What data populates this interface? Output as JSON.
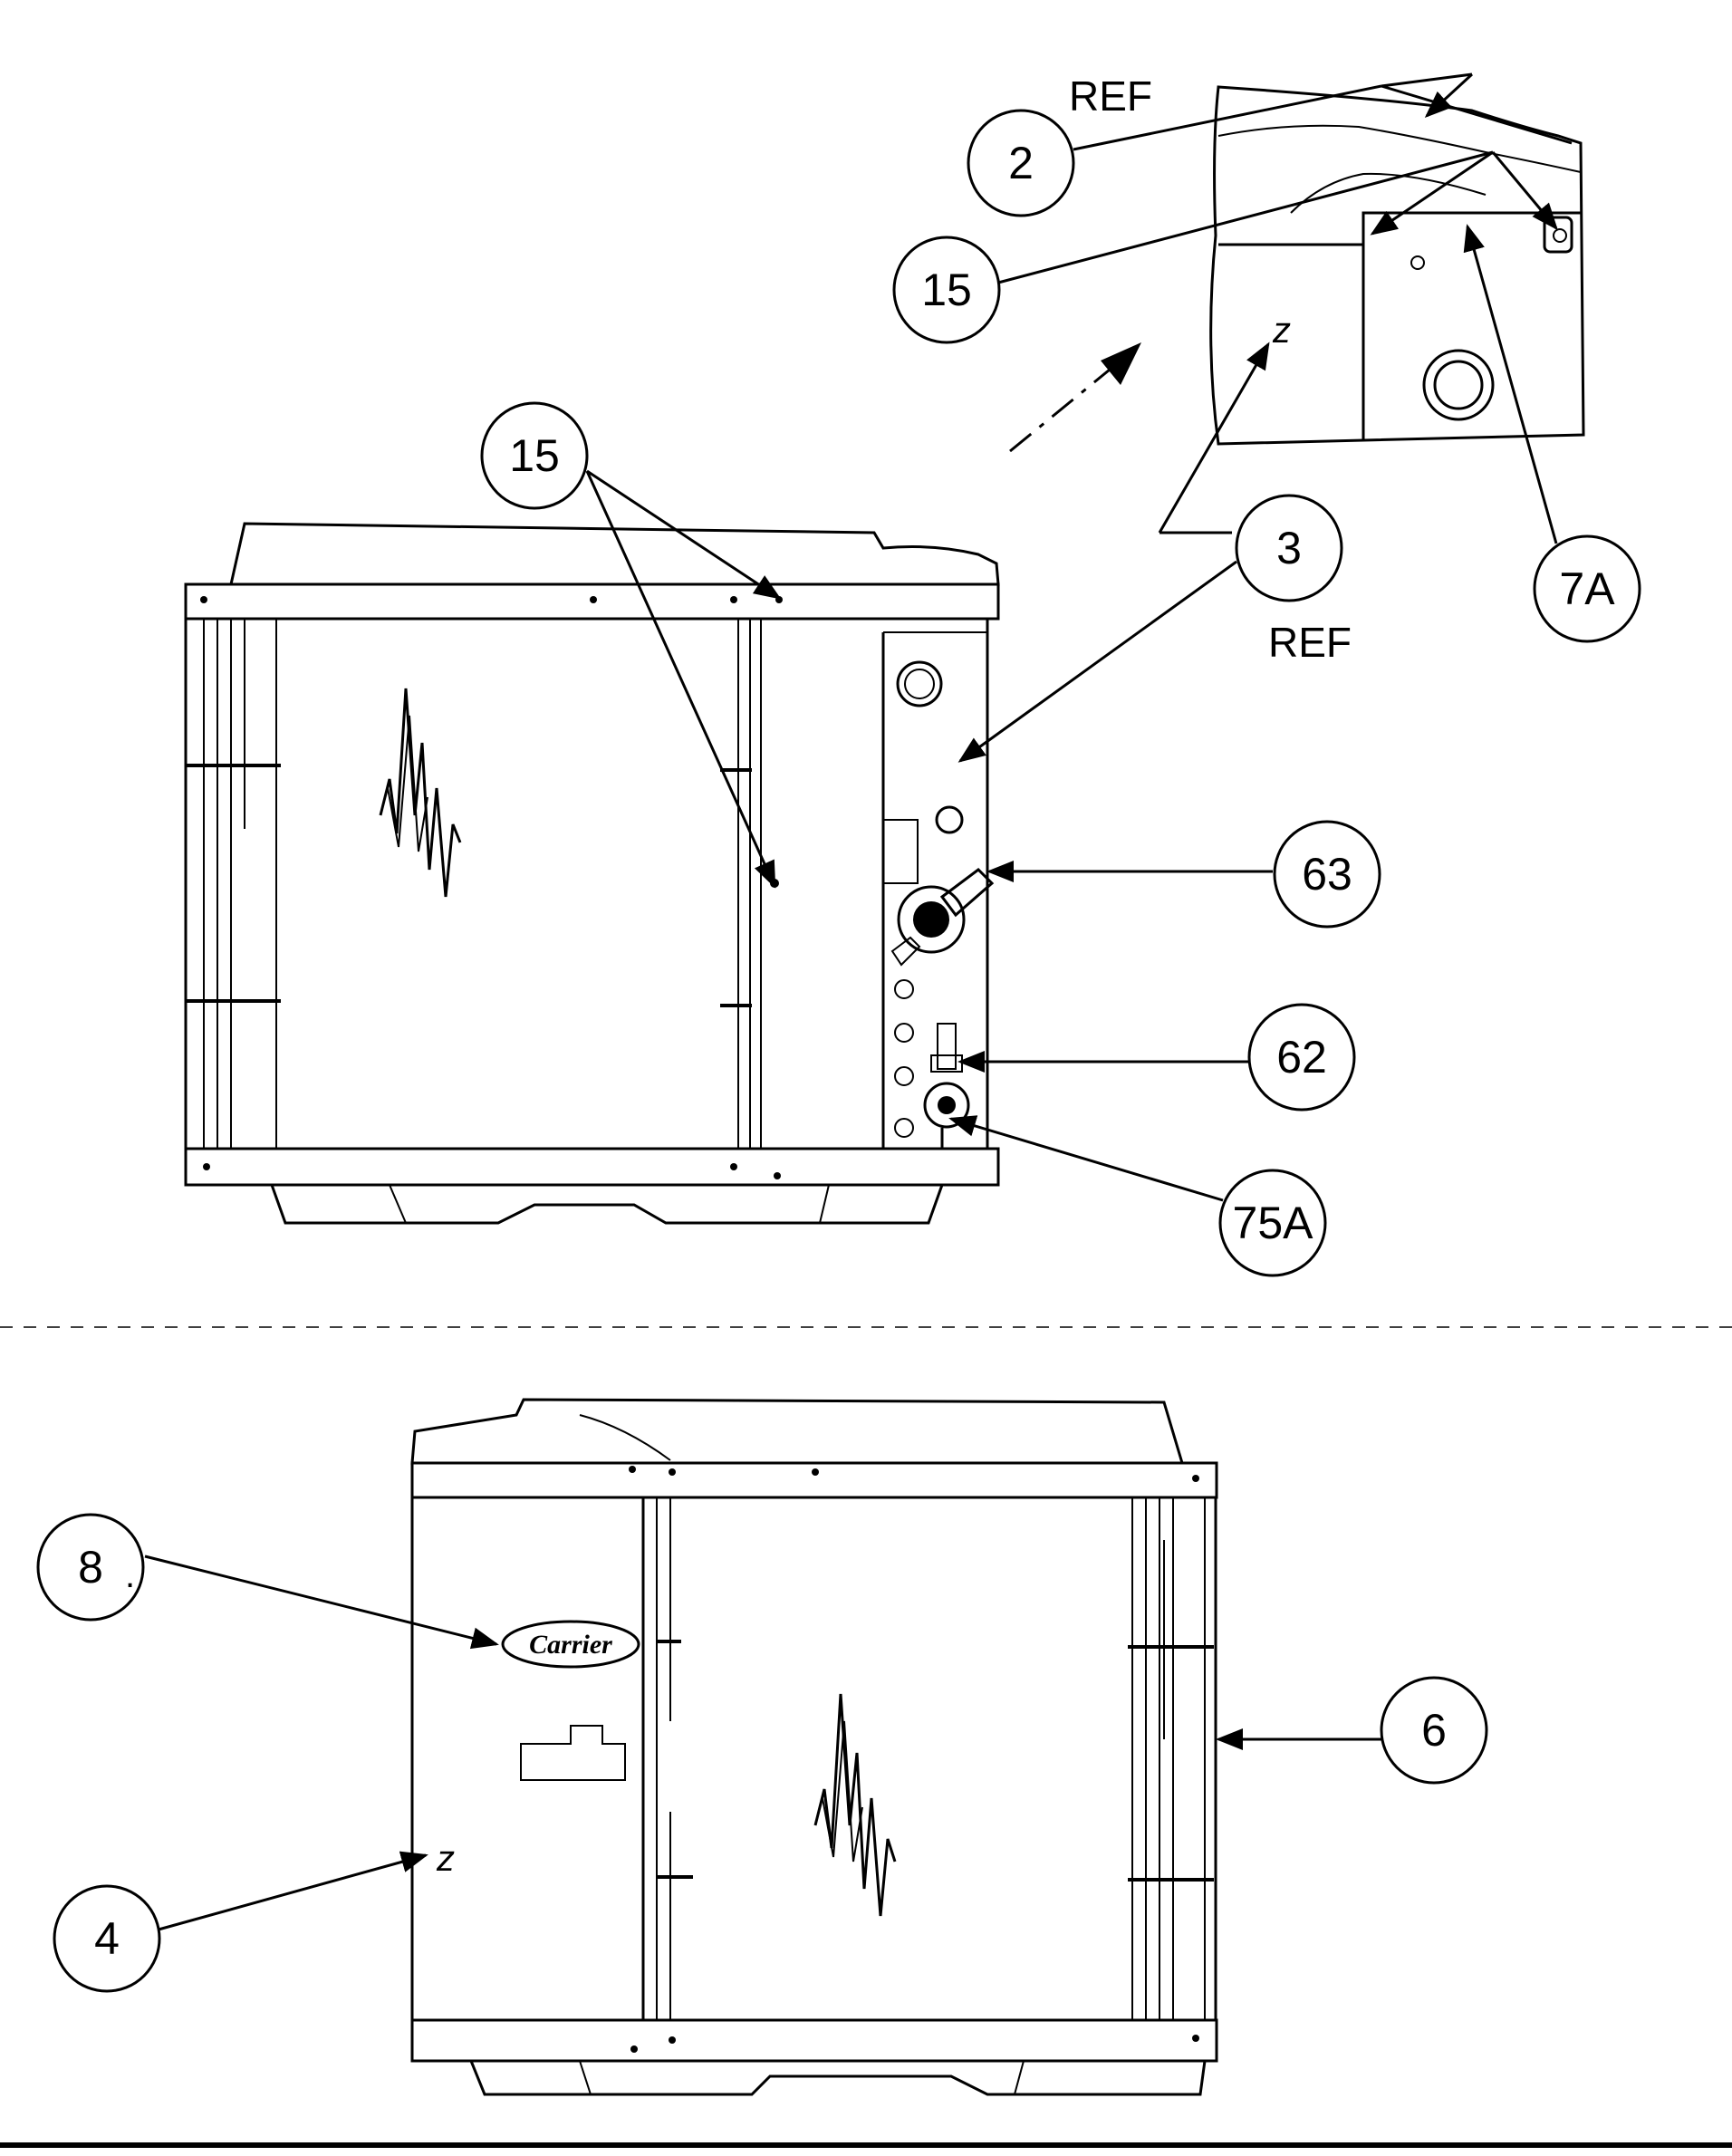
{
  "callouts": {
    "c2": "2",
    "c15_top": "15",
    "c15_mid": "15",
    "c3": "3",
    "c7a": "7A",
    "c63": "63",
    "c62": "62",
    "c75a": "75A",
    "c8": "8",
    "c6": "6",
    "c4": "4"
  },
  "annotations": {
    "ref_top": "REF",
    "ref_mid": "REF",
    "handwritten_z1": "z",
    "handwritten_z2": "z",
    "dot_mark": "."
  },
  "logo": {
    "brand_text": "Carrier"
  }
}
